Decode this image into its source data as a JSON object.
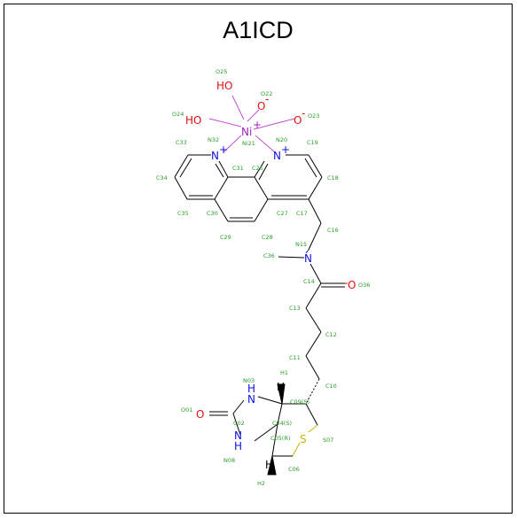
{
  "title": "A1ICD",
  "colors": {
    "carbon_bond": "#000000",
    "nitrogen": "#1010e0",
    "oxygen": "#e01010",
    "sulfur": "#c8b400",
    "nickel": "#a020c0",
    "atom_label": "#2a9d2a"
  },
  "atoms": {
    "ni": "Ni",
    "ni_plus": "+",
    "o25": "HO",
    "o24": "HO",
    "o22": "O",
    "o22_charge": "-",
    "o23": "O",
    "o23_charge": "-",
    "n32": "N",
    "n32_plus": "+",
    "n20": "N",
    "n20_plus": "+",
    "n15": "N",
    "o36": "O",
    "o01": "O",
    "s07": "S",
    "n03": "N",
    "n03_h": "H",
    "n08": "N",
    "n08_h": "H",
    "h1": "H",
    "h2": "H"
  },
  "labels": {
    "o25": "O25",
    "o22": "O22",
    "o24": "O24",
    "o23": "O23",
    "c33": "C33",
    "n32": "N32",
    "ni21": "Ni21",
    "n20": "N20",
    "c19": "C19",
    "c31": "C31",
    "c26": "C26",
    "c34": "C34",
    "c18": "C18",
    "c35": "C35",
    "c30": "C30",
    "c27": "C27",
    "c17": "C17",
    "c29": "C29",
    "c28": "C28",
    "c16": "C16",
    "n15": "N15",
    "c36": "C36",
    "c14": "C14",
    "o36": "O36",
    "c13": "C13",
    "c12": "C12",
    "c11": "C11",
    "h1": "H1",
    "n03": "N03",
    "c10": "C10",
    "c09": "C09(S)",
    "o01": "O01",
    "c02": "C02",
    "c04": "C04(S)",
    "c05": "C05(R)",
    "s07": "S07",
    "n08": "N08",
    "c06": "C06",
    "h2": "H2"
  }
}
